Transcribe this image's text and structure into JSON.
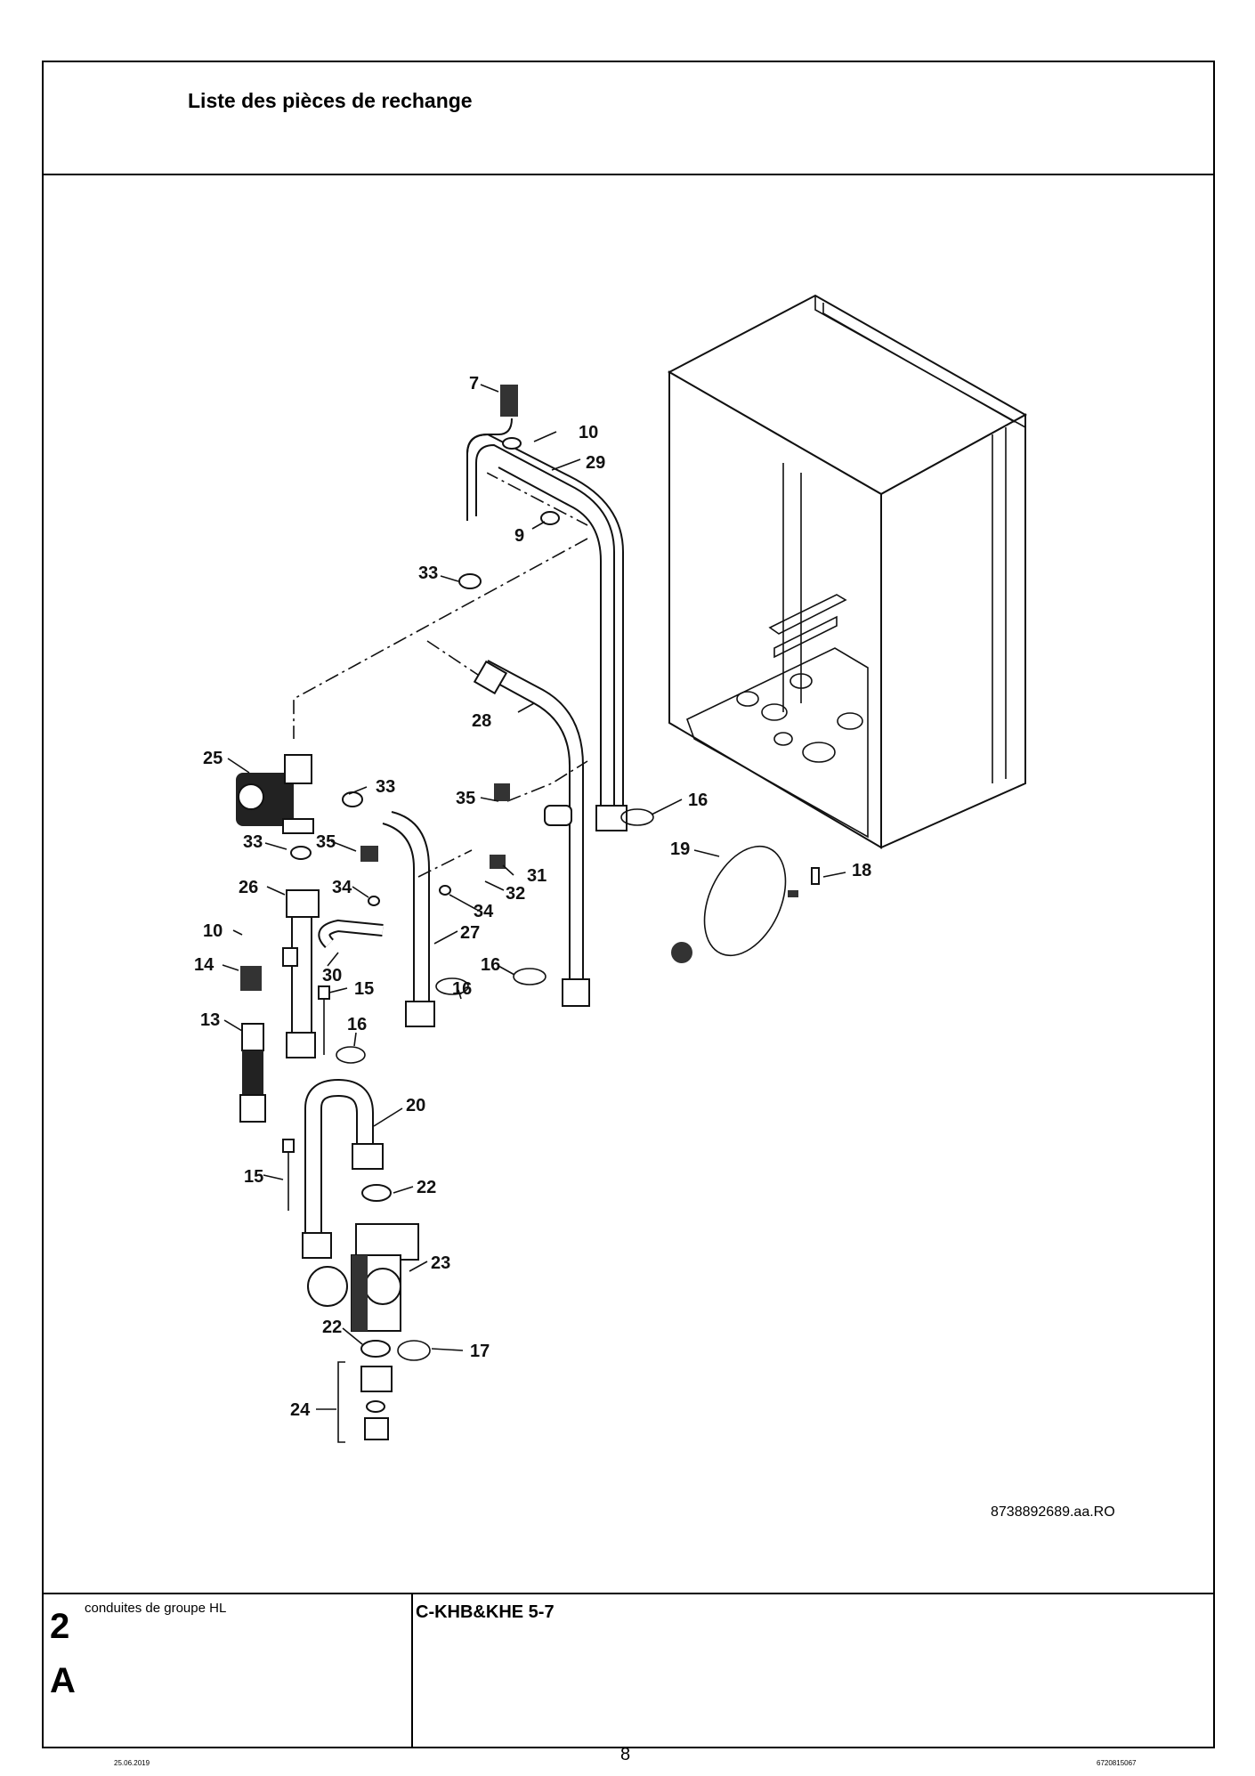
{
  "header": {
    "title": "Liste des pièces de rechange"
  },
  "figure": {
    "reference": "8738892689.aa.RO",
    "callouts": [
      "7",
      "10",
      "29",
      "9",
      "33",
      "28",
      "25",
      "33",
      "35",
      "33",
      "35",
      "26",
      "34",
      "31",
      "32",
      "34",
      "27",
      "10",
      "14",
      "30",
      "15",
      "16",
      "16",
      "16",
      "13",
      "16",
      "19",
      "18",
      "20",
      "15",
      "22",
      "23",
      "22",
      "17",
      "24"
    ]
  },
  "footer": {
    "revision_number": "2",
    "revision_letter": "A",
    "group": "conduites de groupe HL",
    "model": "C-KHB&KHE 5-7",
    "date": "25.06.2019",
    "page": "8",
    "doc_number": "6720815067"
  }
}
